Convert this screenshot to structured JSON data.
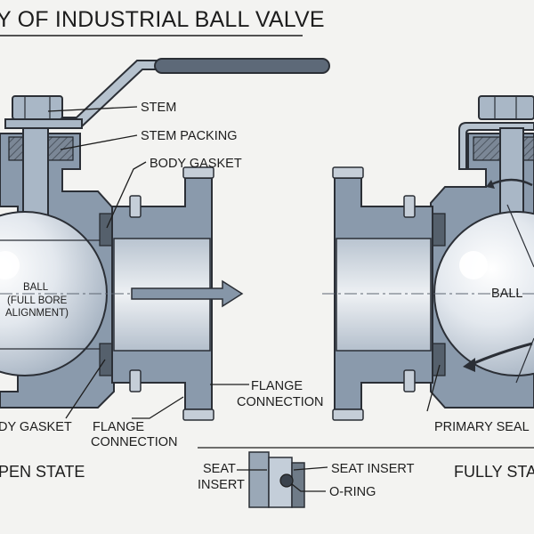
{
  "title": "Y OF INDUSTRIAL BALL VALVE",
  "labels": {
    "stem": "STEM",
    "stem_packing": "STEM PACKING",
    "body_gasket_top": "BODY GASKET",
    "ball_left_1": "BALL",
    "ball_left_2": "(FULL BORE",
    "ball_left_3": "ALIGNMENT)",
    "flange_connection_right_1": "FLANGE",
    "flange_connection_right_2": "CONNECTION",
    "body_gasket_bottom": "DY GASKET",
    "flange_connection_left_1": "FLANGE",
    "flange_connection_left_2": "CONNECTION",
    "ball_right": "BALL",
    "primary_seal": "PRIMARY SEAL",
    "seat_insert_left_1": "SEAT",
    "seat_insert_left_2": "INSERT",
    "seat_insert_right": "SEAT INSERT",
    "o_ring": "O-RING"
  },
  "states": {
    "left": "PEN STATE",
    "right": "FULLY STAT"
  },
  "colors": {
    "steel": "#8a9aac",
    "bore": "#d6dde5",
    "handle_grip": "#5d6978",
    "line": "#1d1d1d"
  },
  "icons": [
    "flow-arrow-icon",
    "rotation-arrow-icon",
    "bolt-icon"
  ]
}
